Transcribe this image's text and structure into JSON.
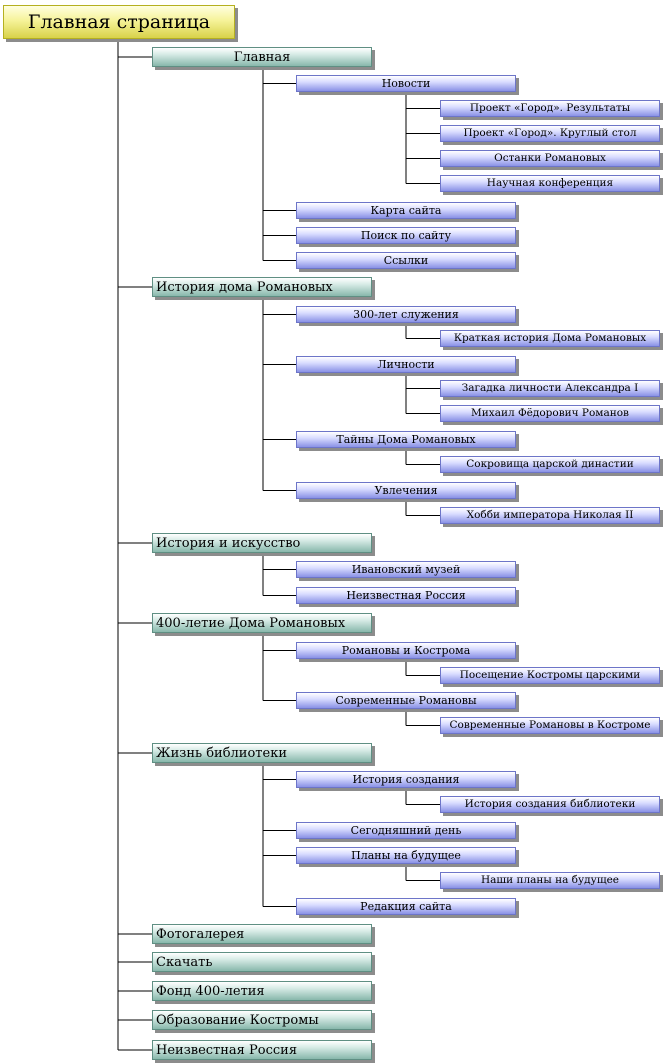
{
  "root": {
    "label": "Главная страница",
    "children": [
      {
        "label": "Главная",
        "children": [
          {
            "label": "Новости",
            "children": [
              {
                "label": "Проект «Город». Результаты"
              },
              {
                "label": "Проект «Город». Круглый стол"
              },
              {
                "label": "Останки Романовых"
              },
              {
                "label": "Научная конференция"
              }
            ]
          },
          {
            "label": "Карта сайта"
          },
          {
            "label": "Поиск по сайту"
          },
          {
            "label": "Ссылки"
          }
        ]
      },
      {
        "label": "История дома Романовых",
        "children": [
          {
            "label": "300-лет служения",
            "children": [
              {
                "label": "Краткая история Дома Романовых"
              }
            ]
          },
          {
            "label": "Личности",
            "children": [
              {
                "label": "Загадка личности Александра I"
              },
              {
                "label": "Михаил Фёдорович Романов"
              }
            ]
          },
          {
            "label": "Тайны Дома Романовых",
            "children": [
              {
                "label": "Сокровища царской династии"
              }
            ]
          },
          {
            "label": "Увлечения",
            "children": [
              {
                "label": "Хобби императора Николая II"
              }
            ]
          }
        ]
      },
      {
        "label": "История и искусство",
        "children": [
          {
            "label": "Ивановский музей"
          },
          {
            "label": "Неизвестная Россия"
          }
        ]
      },
      {
        "label": "400-летие Дома Романовых",
        "children": [
          {
            "label": "Романовы и Кострома",
            "children": [
              {
                "label": "Посещение Костромы царскими"
              }
            ]
          },
          {
            "label": "Современные Романовы",
            "children": [
              {
                "label": "Современные Романовы в Костроме"
              }
            ]
          }
        ]
      },
      {
        "label": "Жизнь библиотеки",
        "children": [
          {
            "label": "История создания",
            "children": [
              {
                "label": "История создания библиотеки"
              }
            ]
          },
          {
            "label": "Сегодняшний день"
          },
          {
            "label": "Планы на будущее",
            "children": [
              {
                "label": "Наши планы на будущее"
              }
            ]
          },
          {
            "label": "Редакция сайта"
          }
        ]
      },
      {
        "label": "Фотогалерея"
      },
      {
        "label": "Скачать"
      },
      {
        "label": "Фонд 400-летия"
      },
      {
        "label": "Образование Костромы"
      },
      {
        "label": "Неизвестная Россия"
      }
    ]
  }
}
